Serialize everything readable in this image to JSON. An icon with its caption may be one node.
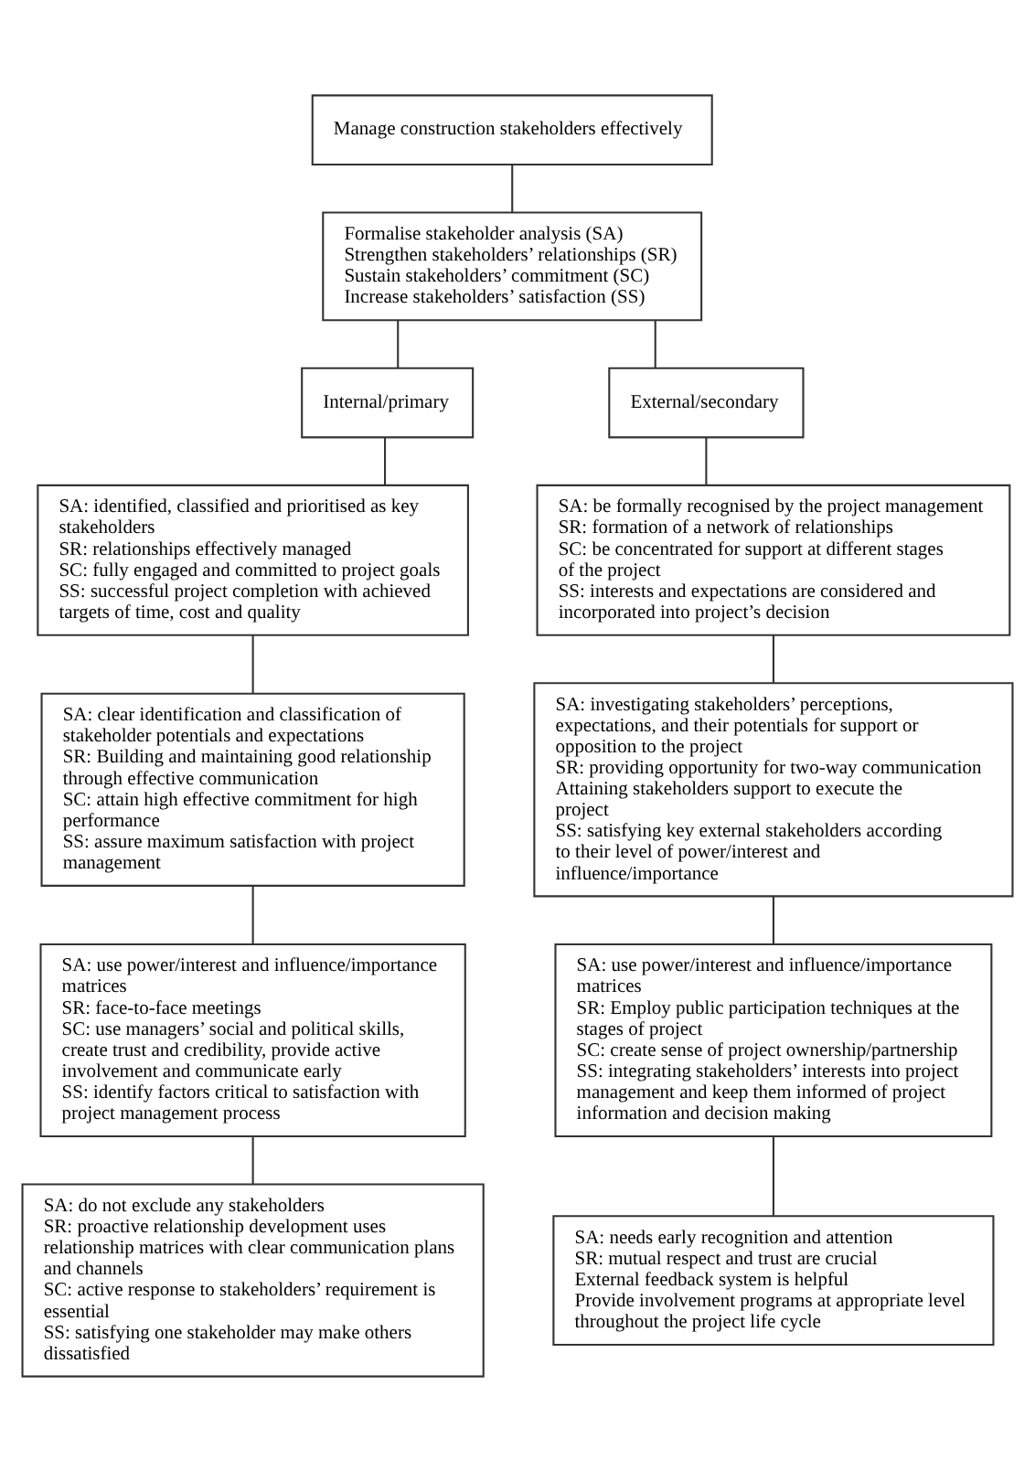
{
  "diagram": {
    "nodes": [
      {
        "text": [
          "Manage construction stakeholders effectively"
        ]
      },
      {
        "text": [
          "Formalise stakeholder analysis (SA)",
          "Strengthen stakeholders’ relationships (SR)",
          "Sustain stakeholders’ commitment (SC)",
          "Increase stakeholders’ satisfaction (SS)"
        ]
      },
      {
        "text": [
          "Internal/primary"
        ]
      },
      {
        "text": [
          "External/secondary"
        ]
      },
      {
        "text": [
          "SA: identified, classified and prioritised as key stakeholders",
          "SR: relationships effectively managed",
          "SC: fully engaged and committed to project goals",
          "SS: successful project completion with achieved targets of time, cost and quality"
        ]
      },
      {
        "text": [
          "SA: be formally recognised by the project management",
          "SR: formation of a network of relationships",
          "SC: be concentrated for support at different stages of the project",
          "SS: interests and expectations are considered and incorporated into project’s decision"
        ]
      },
      {
        "text": [
          "SA: clear identification and classification of stakeholder potentials and expectations",
          "SR: Building and maintaining good relationship through effective communication",
          "SC: attain high effective commitment for high performance",
          "SS: assure maximum satisfaction with project management"
        ]
      },
      {
        "text": [
          "SA: investigating stakeholders’ perceptions, expectations, and their potentials for support or opposition to the project",
          "SR: providing opportunity for two-way communication",
          "Attaining stakeholders support to execute the project",
          "SS: satisfying key external stakeholders according to their level of power/interest and influence/importance"
        ]
      },
      {
        "text": [
          "SA: use power/interest and influence/importance matrices",
          "SR: face-to-face meetings",
          "SC: use managers’ social and political skills, create trust and credibility, provide active involvement and communicate early",
          "SS: identify factors critical to satisfaction with project management process"
        ]
      },
      {
        "text": [
          "SA: use power/interest and influence/importance matrices",
          "SR: Employ public participation techniques at the stages of project",
          "SC: create sense of project ownership/partnership",
          "SS: integrating stakeholders’ interests into project management and keep them informed of project information and decision making"
        ]
      },
      {
        "text": [
          "SA: do not exclude any stakeholders",
          "SR: proactive relationship development uses relationship matrices with clear communication plans and channels",
          "SC: active response to stakeholders’ requirement is essential",
          "SS: satisfying one stakeholder may make others dissatisfied"
        ]
      },
      {
        "text": [
          "SA: needs early recognition and attention",
          "SR: mutual respect and trust are crucial",
          "External feedback system is helpful",
          "Provide involvement programs at appropriate level throughout the project life cycle"
        ]
      }
    ],
    "edges": [
      {
        "from": 0,
        "to": 1,
        "arrow": "none"
      },
      {
        "from": 1,
        "to": 2,
        "arrow": "none"
      },
      {
        "from": 1,
        "to": 3,
        "arrow": "none"
      },
      {
        "from": 2,
        "to": 4,
        "arrow": "none"
      },
      {
        "from": 3,
        "to": 5,
        "arrow": "none"
      },
      {
        "from": 4,
        "to": 6,
        "arrow": "none"
      },
      {
        "from": 5,
        "to": 7,
        "arrow": "none"
      },
      {
        "from": 6,
        "to": 8,
        "arrow": "none"
      },
      {
        "from": 7,
        "to": 9,
        "arrow": "none"
      },
      {
        "from": 8,
        "to": 10,
        "arrow": "none"
      },
      {
        "from": 9,
        "to": 11,
        "arrow": "none"
      }
    ]
  }
}
